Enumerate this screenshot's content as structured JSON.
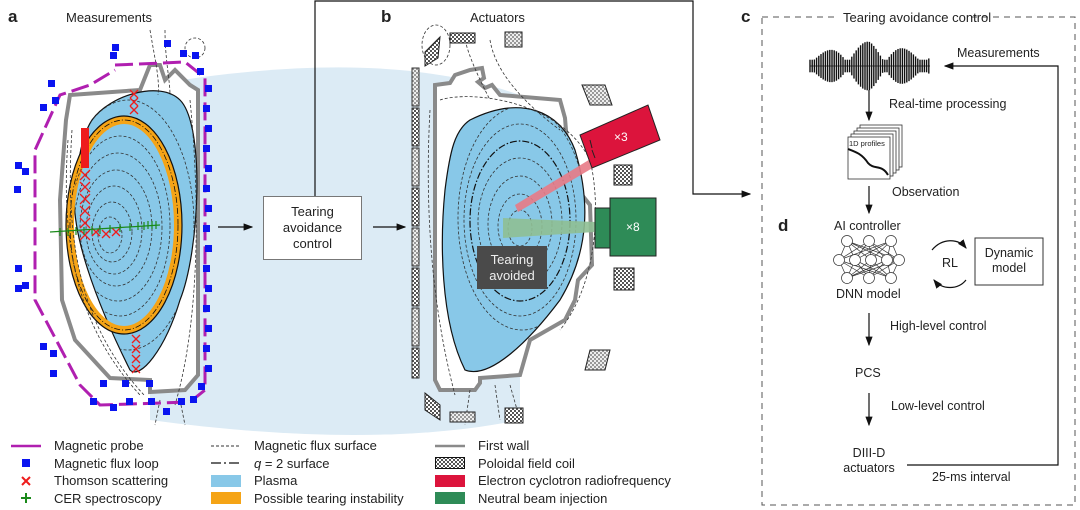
{
  "panels": {
    "a": {
      "letter": "a",
      "title": "Measurements"
    },
    "b": {
      "letter": "b",
      "title": "Actuators"
    },
    "c": {
      "letter": "c",
      "title": "Tearing avoidance control"
    },
    "d": {
      "letter": "d"
    }
  },
  "center_box": {
    "line1": "Tearing",
    "line2": "avoidance",
    "line3": "control"
  },
  "actuators": {
    "ecrf_count": "×3",
    "nbi_count": "×8",
    "status_line1": "Tearing",
    "status_line2": "avoided"
  },
  "flow": {
    "measurements": "Measurements",
    "realtime": "Real-time processing",
    "profiles": "1D profiles",
    "observation": "Observation",
    "ai_controller": "AI controller",
    "dnn": "DNN model",
    "rl": "RL",
    "dynamic_line1": "Dynamic",
    "dynamic_line2": "model",
    "high_level": "High-level control",
    "pcs": "PCS",
    "low_level": "Low-level control",
    "diiid_line1": "DIII-D",
    "diiid_line2": "actuators",
    "interval": "25-ms interval"
  },
  "legend": {
    "col1": [
      {
        "icon": "magnetic-probe-icon",
        "label": "Magnetic probe"
      },
      {
        "icon": "flux-loop-icon",
        "label": "Magnetic flux loop"
      },
      {
        "icon": "thomson-icon",
        "label": "Thomson scattering"
      },
      {
        "icon": "cer-icon",
        "label": "CER spectroscopy"
      }
    ],
    "col2": [
      {
        "icon": "flux-surface-icon",
        "label": "Magnetic flux surface"
      },
      {
        "icon": "q2-surface-icon",
        "label_q": "q",
        "label": " = 2 surface"
      },
      {
        "icon": "plasma-icon",
        "label": "Plasma"
      },
      {
        "icon": "tearing-icon",
        "label": "Possible tearing instability"
      }
    ],
    "col3": [
      {
        "icon": "first-wall-icon",
        "label": "First wall"
      },
      {
        "icon": "pf-coil-icon",
        "label": "Poloidal field coil"
      },
      {
        "icon": "ecrf-icon",
        "label": "Electron cyclotron radiofrequency"
      },
      {
        "icon": "nbi-icon",
        "label": "Neutral beam injection"
      }
    ]
  },
  "colors": {
    "probe": "#b01fb0",
    "flux_loop": "#0a14f0",
    "thomson": "#ee1c1c",
    "cer": "#1a8a1a",
    "plasma": "#88c8e8",
    "background_plasma": "#dcebf5",
    "tearing": "#f5a416",
    "wall": "#8a8a8a",
    "ecrf": "#dc143c",
    "nbi": "#2e8b57",
    "dark_label": "#4a4a4a"
  }
}
